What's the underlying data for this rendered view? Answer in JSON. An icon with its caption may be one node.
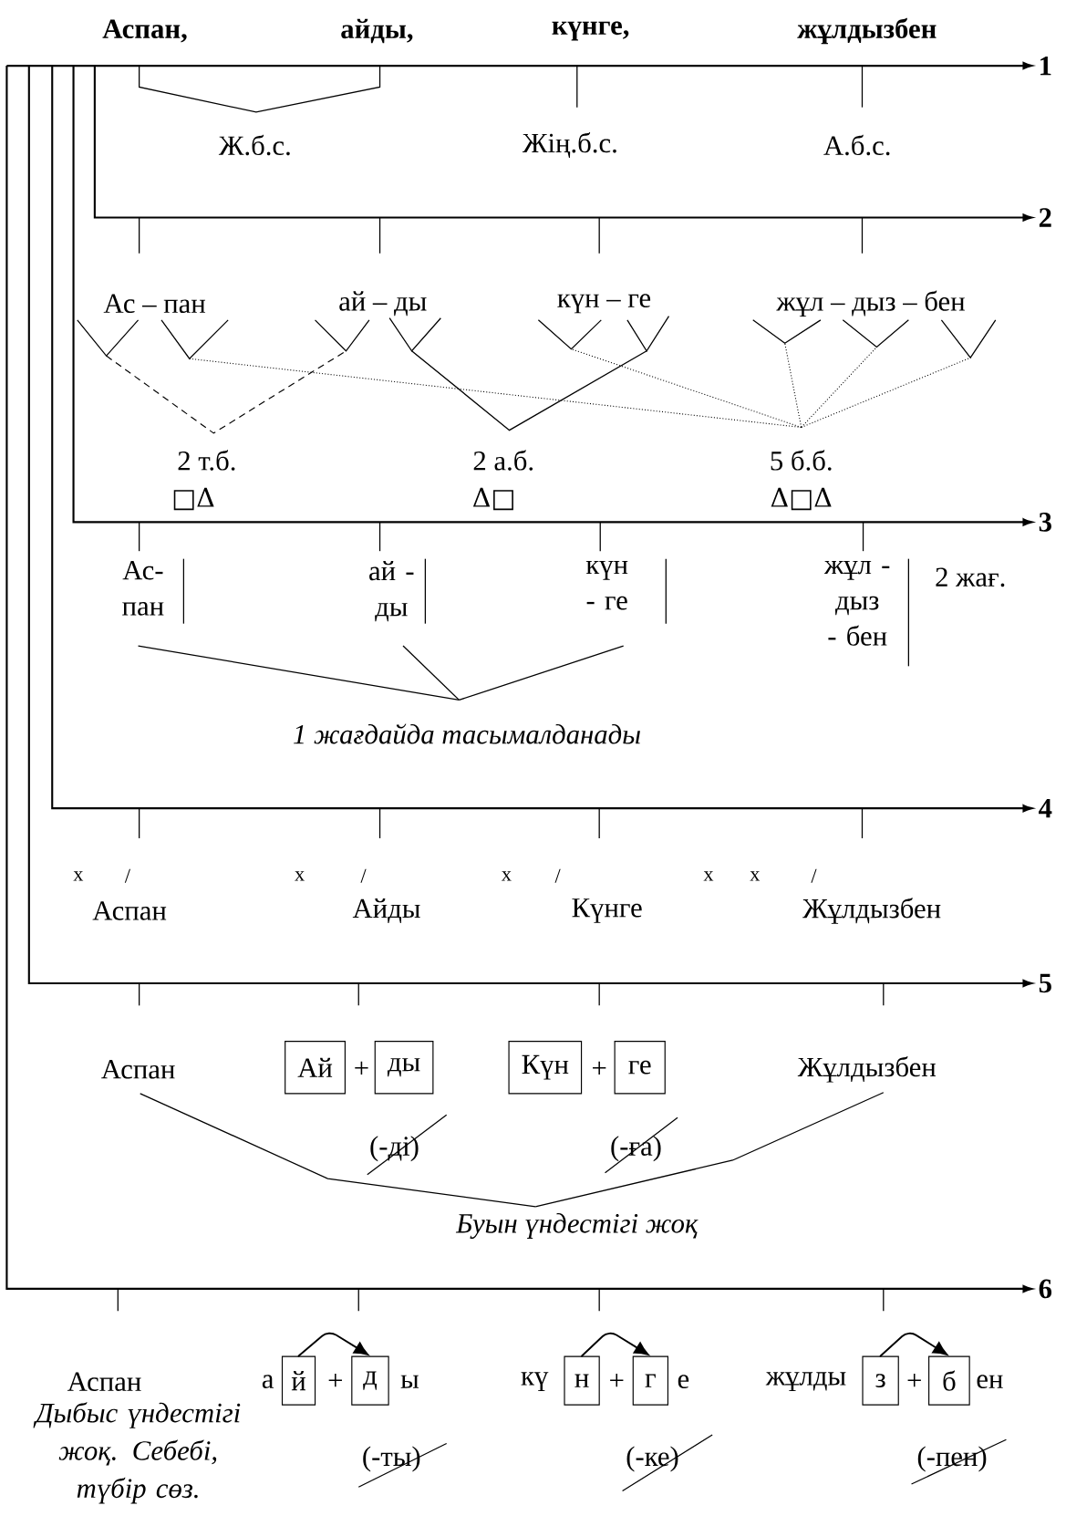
{
  "diagram": {
    "nodes": [
      {
        "text": [
          "1"
        ]
      },
      {
        "text": [
          "2"
        ]
      },
      {
        "text": [
          "3"
        ]
      },
      {
        "text": [
          "4"
        ]
      },
      {
        "text": [
          "5"
        ]
      },
      {
        "text": [
          "6"
        ]
      },
      {
        "text": [
          "Ай"
        ]
      },
      {
        "text": [
          "ды"
        ]
      },
      {
        "text": [
          "Күн"
        ]
      },
      {
        "text": [
          "ге"
        ]
      },
      {
        "text": [
          "й"
        ]
      },
      {
        "text": [
          "д"
        ]
      },
      {
        "text": [
          "н"
        ]
      },
      {
        "text": [
          "г"
        ]
      },
      {
        "text": [
          "з"
        ]
      },
      {
        "text": [
          "б"
        ]
      }
    ],
    "edges": [
      {
        "from": null,
        "to": 0,
        "arrow": "to"
      },
      {
        "from": null,
        "to": 1,
        "arrow": "to"
      },
      {
        "from": null,
        "to": 2,
        "arrow": "to"
      },
      {
        "from": null,
        "to": 3,
        "arrow": "to"
      },
      {
        "from": null,
        "to": 4,
        "arrow": "to"
      },
      {
        "from": null,
        "to": 5,
        "arrow": "to"
      },
      {
        "from": 10,
        "to": 11,
        "arrow": "to"
      },
      {
        "from": 12,
        "to": 13,
        "arrow": "to"
      },
      {
        "from": 14,
        "to": 15,
        "arrow": "to"
      }
    ],
    "labels": [
      "Аспан,",
      "айды,",
      "күнге,",
      "жұлдызбен",
      "Ж.б.с.",
      "Жің.б.с.",
      "А.б.с.",
      "Ас – пан",
      "ай – ды",
      "күн – ге",
      "жұл – дыз – бен",
      "2 т.б.",
      "□Δ",
      "2 а.б.",
      "Δ□",
      "5 б.б.",
      "Δ□Δ",
      "Ас- пан",
      "ай - ды",
      "күн - ге",
      "жұл - дыз - бен",
      "2 жағ.",
      "1 жағдайда тасымалданады",
      "x",
      "/",
      "x",
      "/",
      "x",
      "/",
      "x",
      "x",
      "/",
      "Аспан",
      "Айды",
      "Күнге",
      "Жұлдызбен",
      "Аспан",
      "+",
      "+",
      "Жұлдызбен",
      "(-ді)",
      "(-ға)",
      "Буын үндестігі жоқ",
      "Аспан",
      "а",
      "+",
      "ы",
      "кү",
      "+",
      "е",
      "жұлды",
      "+",
      "ен",
      "Дыбыс үндестігі жоқ. Себебі, түбір сөз.",
      "(-ты)",
      "(-ке)",
      "(-пен)"
    ]
  }
}
